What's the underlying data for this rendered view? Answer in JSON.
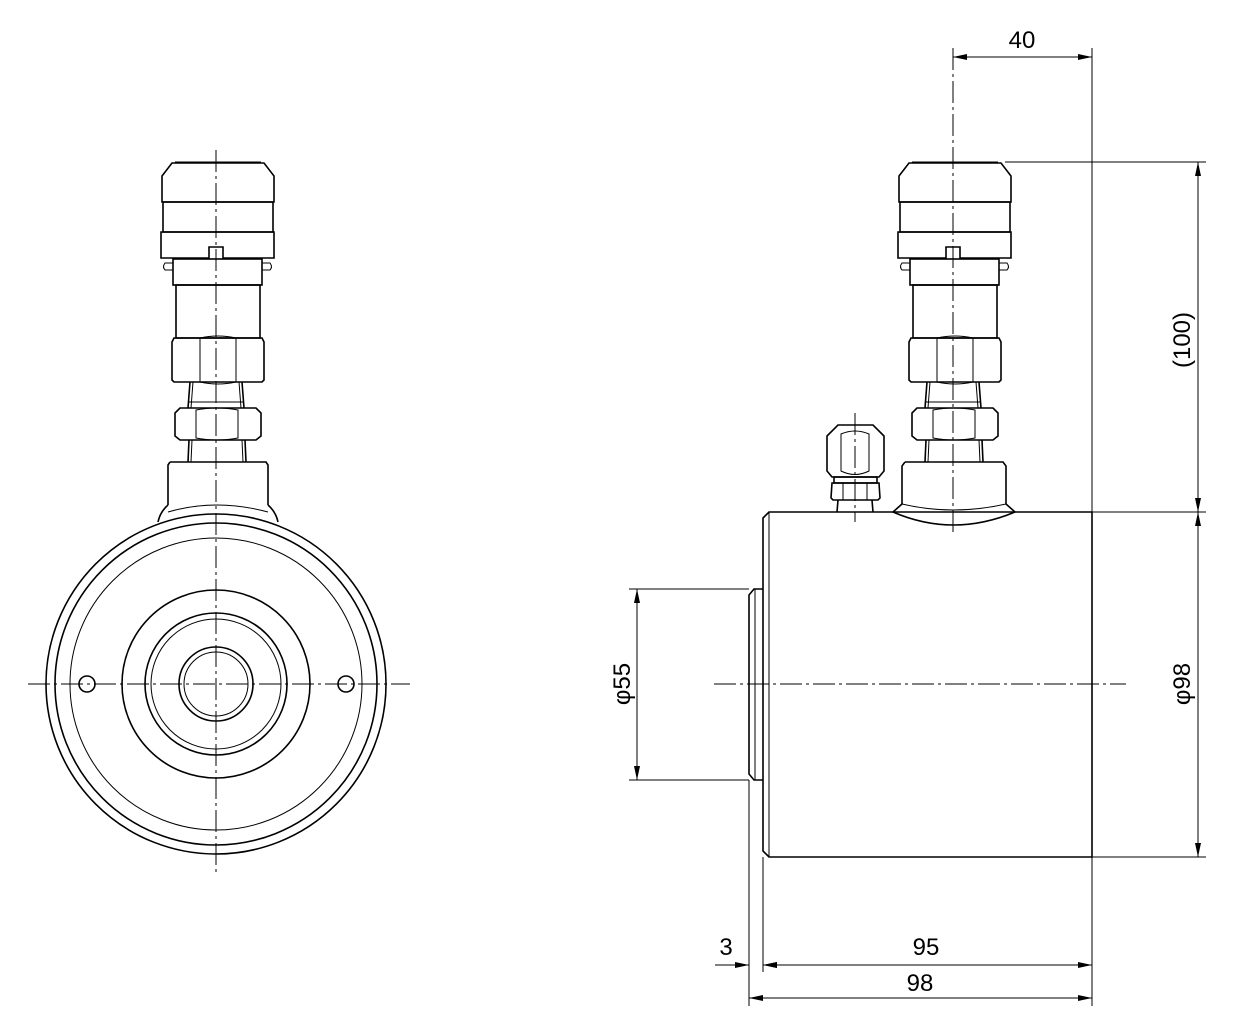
{
  "drawing": {
    "views": [
      "front-view",
      "side-view"
    ],
    "dimensions": {
      "connector_offset": "40",
      "total_height": "(100)",
      "body_diameter": "φ98",
      "boss_diameter": "φ55",
      "body_length": "95",
      "overall_length": "98",
      "boss_length": "3"
    }
  }
}
